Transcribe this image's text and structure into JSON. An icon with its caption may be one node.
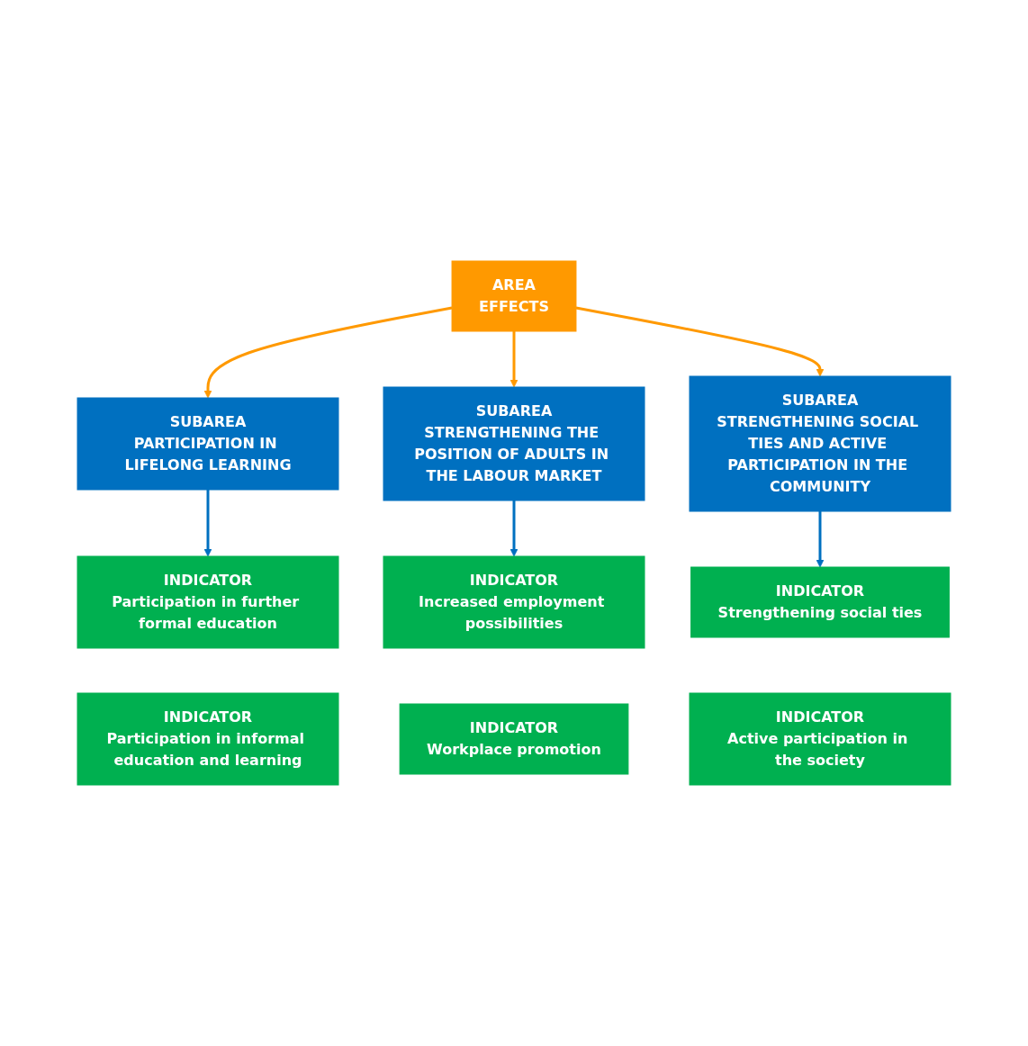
{
  "diagram": {
    "nodes": [
      {
        "text": [
          "AREA",
          "EFFECTS"
        ]
      },
      {
        "text": [
          "SUBAREA",
          "PARTICIPATION IN LIFELONG LEARNING"
        ]
      },
      {
        "text": [
          "SUBAREA",
          "STRENGTHENING THE POSITION OF ADULTS IN THE LABOUR MARKET"
        ]
      },
      {
        "text": [
          "SUBAREA",
          "STRENGTHENING SOCIAL TIES AND ACTIVE PARTICIPATION IN THE COMMUNITY"
        ]
      },
      {
        "text": [
          "INDICATOR",
          "Participation in further formal education"
        ]
      },
      {
        "text": [
          "INDICATOR",
          "Increased employment possibilities"
        ]
      },
      {
        "text": [
          "INDICATOR",
          "Strengthening social ties"
        ]
      },
      {
        "text": [
          "INDICATOR",
          "Participation in informal education and learning"
        ]
      },
      {
        "text": [
          "INDICATOR",
          "Workplace promotion"
        ]
      },
      {
        "text": [
          "INDICATOR",
          "Active participation in the society"
        ]
      }
    ],
    "edges": [
      {
        "from": 0,
        "to": 1,
        "arrow": "to",
        "color": "#ff9900"
      },
      {
        "from": 0,
        "to": 2,
        "arrow": "to",
        "color": "#ff9900"
      },
      {
        "from": 0,
        "to": 3,
        "arrow": "to",
        "color": "#ff9900"
      },
      {
        "from": 1,
        "to": 4,
        "arrow": "to",
        "color": "#0070c0"
      },
      {
        "from": 2,
        "to": 5,
        "arrow": "to",
        "color": "#0070c0"
      },
      {
        "from": 3,
        "to": 6,
        "arrow": "to",
        "color": "#0070c0"
      }
    ]
  }
}
